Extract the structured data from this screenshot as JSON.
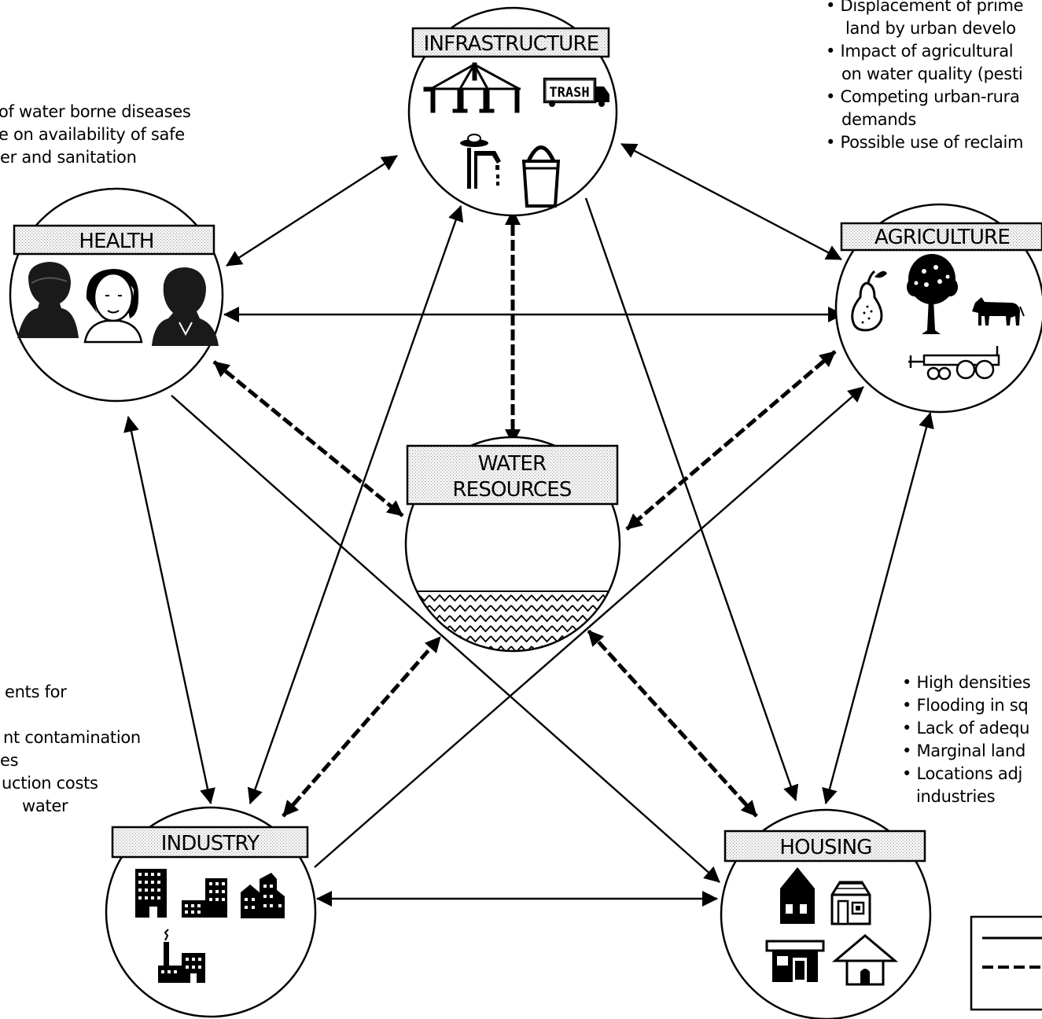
{
  "nodes": {
    "infrastructure": {
      "label": "INFRASTRUCTURE",
      "icons": [
        "water-tower-icon",
        "trash-truck-icon",
        "water-tap-icon",
        "bucket-icon"
      ],
      "truck_text": "TRASH"
    },
    "health": {
      "label": "HEALTH",
      "icons": [
        "person-icon",
        "woman-icon",
        "man-icon"
      ]
    },
    "agriculture": {
      "label": "AGRICULTURE",
      "icons": [
        "pear-icon",
        "tree-icon",
        "cow-icon",
        "trailer-icon"
      ]
    },
    "water": {
      "label_line1": "WATER",
      "label_line2": "RESOURCES",
      "icons": [
        "water-waves-icon"
      ]
    },
    "industry": {
      "label": "INDUSTRY",
      "icons": [
        "office-building-icon",
        "factory-building-icon",
        "city-buildings-icon",
        "smokestack-factory-icon"
      ]
    },
    "housing": {
      "label": "HOUSING",
      "icons": [
        "house-icon",
        "cottage-icon",
        "shop-icon",
        "hut-icon"
      ]
    }
  },
  "notes": {
    "agriculture": [
      "• Displacement of prime",
      "land by urban develo",
      "• Impact of agricultural",
      "on water quality (pesti",
      "• Competing urban-rura",
      "demands",
      "• Possible use of reclaim"
    ],
    "health": [
      "of water borne diseases",
      "e on availability of safe",
      "er and sanitation"
    ],
    "industry": [
      "ents for",
      "nt contamination",
      "es",
      "uction costs",
      "water"
    ],
    "housing": [
      "• High densities",
      "• Flooding in sq",
      "• Lack of adequ",
      "• Marginal land",
      "• Locations adj",
      "industries"
    ]
  },
  "legend": {
    "items": [
      "solid-line",
      "dashed-line"
    ]
  },
  "colors": {
    "line": "#000000",
    "label_fill": "#e6e6e6",
    "background": "#ffffff"
  }
}
